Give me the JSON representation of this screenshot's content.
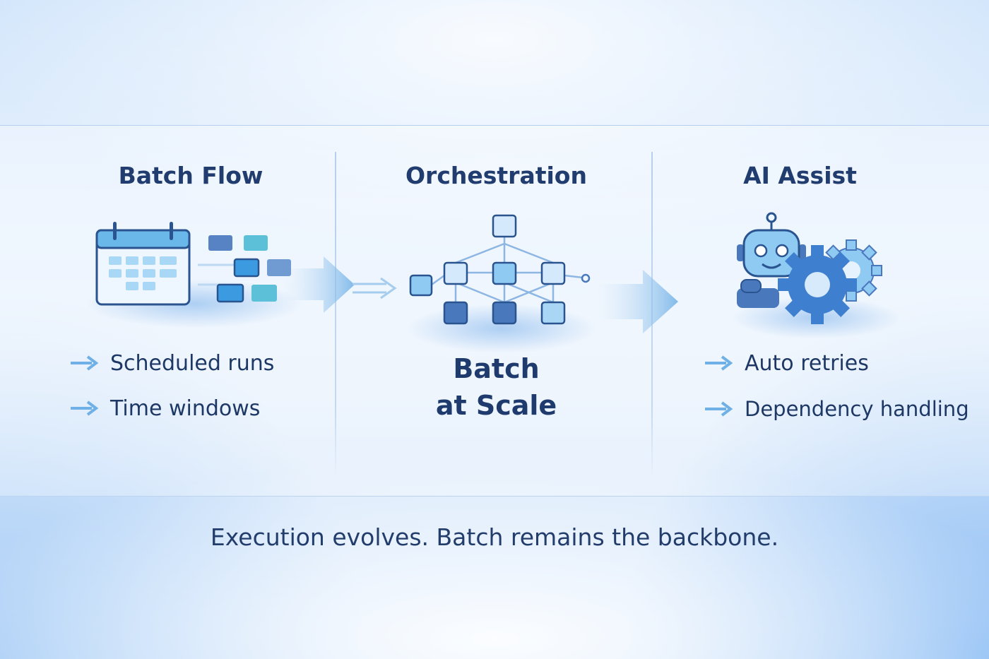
{
  "panels": [
    {
      "title": "Batch Flow",
      "icon": "calendar-icon",
      "bullets": [
        "Scheduled runs",
        "Time windows"
      ]
    },
    {
      "title": "Orchestration",
      "icon": "workflow-graph-icon",
      "center_line_1": "Batch",
      "center_line_2": "at Scale"
    },
    {
      "title": "AI Assist",
      "icon": "robot-gears-icon",
      "bullets": [
        "Auto retries",
        "Dependency handling"
      ]
    }
  ],
  "tagline": "Execution evolves. Batch remains the backbone.",
  "colors": {
    "heading": "#213c6e",
    "accent_blue": "#3f7fcf",
    "dark_block": "#4a78bd",
    "teal_block": "#5cc0d8",
    "light_block": "#a9d6f5",
    "arrow_blue": "#6fb0e6"
  }
}
